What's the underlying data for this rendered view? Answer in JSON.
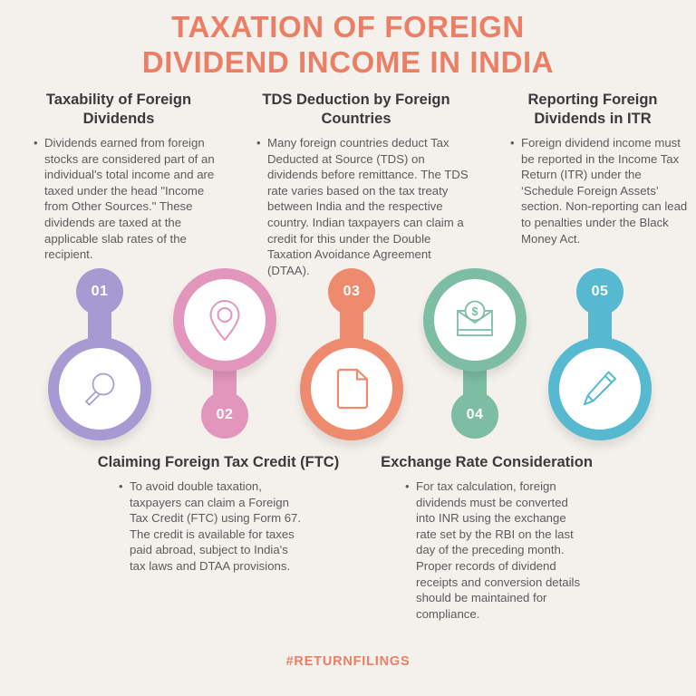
{
  "title": {
    "line1": "TAXATION OF FOREIGN",
    "line2": "DIVIDEND INCOME IN INDIA",
    "color": "#eb7f66"
  },
  "background_color": "#f4f1ec",
  "footer": {
    "text": "#RETURNFILINGS",
    "color": "#eb7f66"
  },
  "sections": [
    {
      "number": "01",
      "heading": "Taxability of Foreign Dividends",
      "body": "Dividends earned from foreign stocks are considered part of an individual's total income and are taxed under the head \"Income from Other Sources.\" These dividends are taxed at the applicable slab rates of the recipient.",
      "color": "#a79ad2",
      "icon": "magnifier-icon",
      "badge_position": "top"
    },
    {
      "number": "02",
      "heading": "TDS Deduction by Foreign Countries",
      "body": "Many foreign countries deduct Tax Deducted at Source (TDS) on dividends before remittance. The TDS rate varies based on the tax treaty between India and the respective country. Indian taxpayers can claim a credit for this under the Double Taxation Avoidance Agreement (DTAA).",
      "color": "#e396bc",
      "icon": "location-pin-icon",
      "badge_position": "bottom"
    },
    {
      "number": "03",
      "heading": "Reporting Foreign Dividends in ITR",
      "body": "Foreign dividend income must be reported in the Income Tax Return (ITR) under the ‘Schedule Foreign Assets’ section. Non-reporting can lead to penalties under the Black Money Act.",
      "color": "#ee8a6e",
      "icon": "document-icon",
      "badge_position": "top"
    },
    {
      "number": "04",
      "heading": "Claiming Foreign Tax Credit (FTC)",
      "body": "To avoid double taxation, taxpayers can claim a Foreign Tax Credit (FTC) using Form 67. The credit is available for taxes paid abroad, subject to India's tax laws and DTAA provisions.",
      "color": "#7cbda4",
      "icon": "money-envelope-icon",
      "badge_position": "bottom"
    },
    {
      "number": "05",
      "heading": "Exchange Rate Consideration",
      "body": "For tax calculation, foreign dividends must be converted into INR using the exchange rate set by the RBI on the last day of the preceding month. Proper records of dividend receipts and conversion details should be maintained for compliance.",
      "color": "#56b9cf",
      "icon": "pencil-icon",
      "badge_position": "top"
    }
  ],
  "top_blocks": [
    {
      "heading": "Taxability of Foreign Dividends",
      "body": "Dividends earned from foreign stocks are considered part of an individual's total income and are taxed under the head \"Income from Other Sources.\" These dividends are taxed at the applicable slab rates of the recipient."
    },
    {
      "heading": "TDS Deduction by Foreign Countries",
      "body": "Many foreign countries deduct Tax Deducted at Source (TDS) on dividends before remittance. The TDS rate varies based on the tax treaty between India and the respective country. Indian taxpayers can claim a credit for this under the Double Taxation Avoidance Agreement (DTAA)."
    },
    {
      "heading": "Reporting Foreign Dividends in ITR",
      "body": "Foreign dividend income must be reported in the Income Tax Return (ITR) under the ‘Schedule Foreign Assets’ section. Non-reporting can lead to penalties under the Black Money Act."
    }
  ],
  "bottom_blocks": [
    {
      "heading": "Claiming Foreign Tax Credit (FTC)",
      "body": "To avoid double taxation, taxpayers can claim a Foreign Tax Credit (FTC) using Form 67. The credit is available for taxes paid abroad, subject to India's tax laws and DTAA provisions."
    },
    {
      "heading": "Exchange Rate Consideration",
      "body": "For tax calculation, foreign dividends must be converted into INR using the exchange rate set by the RBI on the last day of the preceding month. Proper records of dividend receipts and conversion details should be maintained for compliance."
    }
  ]
}
